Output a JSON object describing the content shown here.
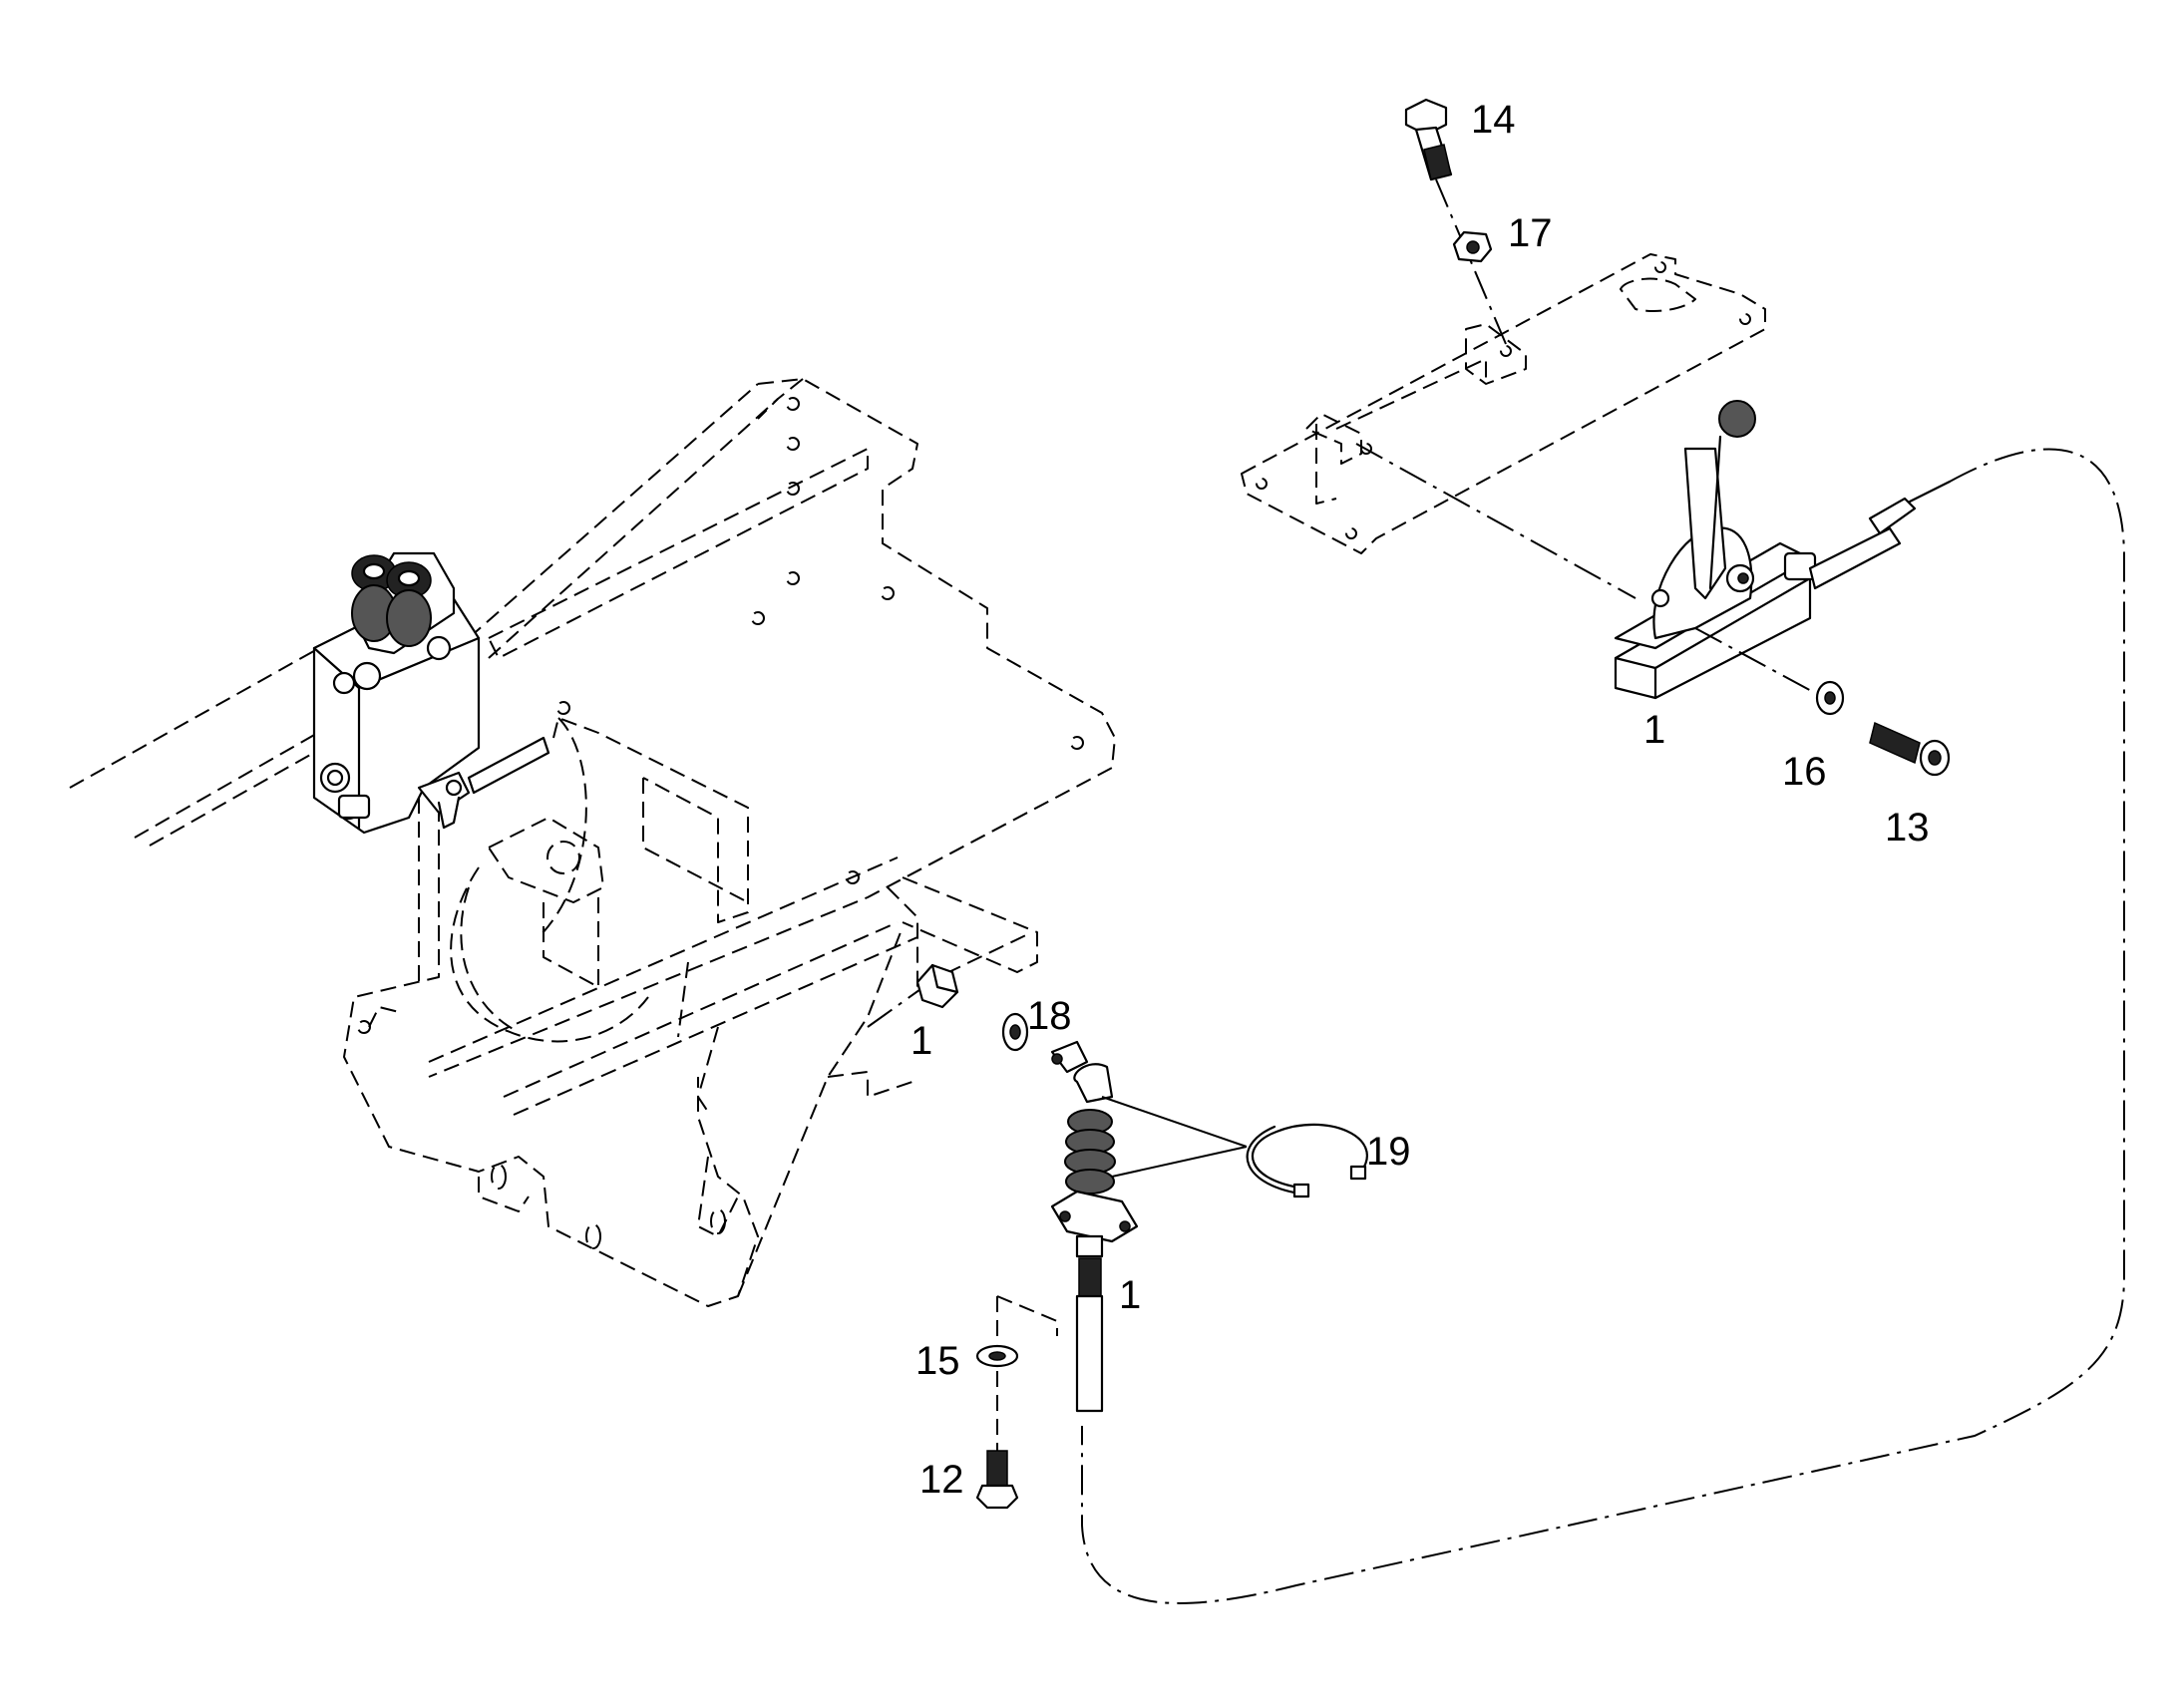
{
  "callouts": [
    {
      "id": "c14",
      "text": "14"
    },
    {
      "id": "c17",
      "text": "17"
    },
    {
      "id": "c1a",
      "text": "1"
    },
    {
      "id": "c16",
      "text": "16"
    },
    {
      "id": "c13",
      "text": "13"
    },
    {
      "id": "c1b",
      "text": "1"
    },
    {
      "id": "c18",
      "text": "18"
    },
    {
      "id": "c19",
      "text": "19"
    },
    {
      "id": "c1c",
      "text": "1"
    },
    {
      "id": "c15",
      "text": "15"
    },
    {
      "id": "c12",
      "text": "12"
    }
  ]
}
